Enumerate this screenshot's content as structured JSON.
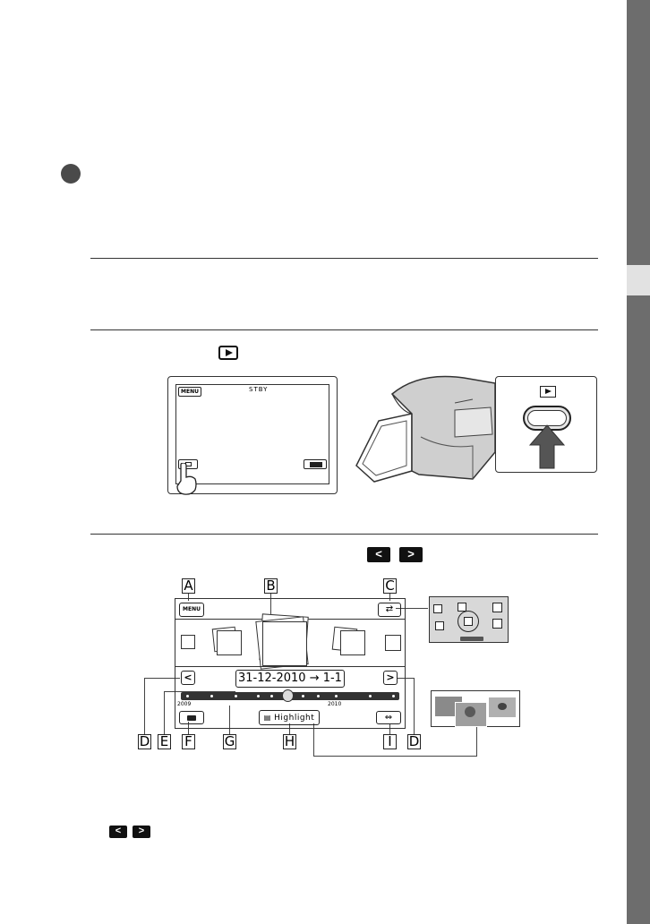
{
  "page": {
    "side_tab": {
      "color": "#6d6d6d",
      "marker_color": "#e2e2e2"
    },
    "bullet": {
      "color": "#4a4a4a"
    }
  },
  "keys": {
    "prev": "<",
    "next": ">"
  },
  "camera_screen": {
    "menu_label": "MENU",
    "status_label": "STBY",
    "play_button_label": "▶"
  },
  "index_screen": {
    "menu_label": "MENU",
    "date_range": "31-12-2010 → 1-1",
    "highlight_label": "Highlight",
    "timeline_start_year": "2009",
    "timeline_end_year": "2010",
    "callouts": [
      "A",
      "B",
      "C",
      "D",
      "E",
      "F",
      "G",
      "H",
      "I",
      "D"
    ]
  }
}
